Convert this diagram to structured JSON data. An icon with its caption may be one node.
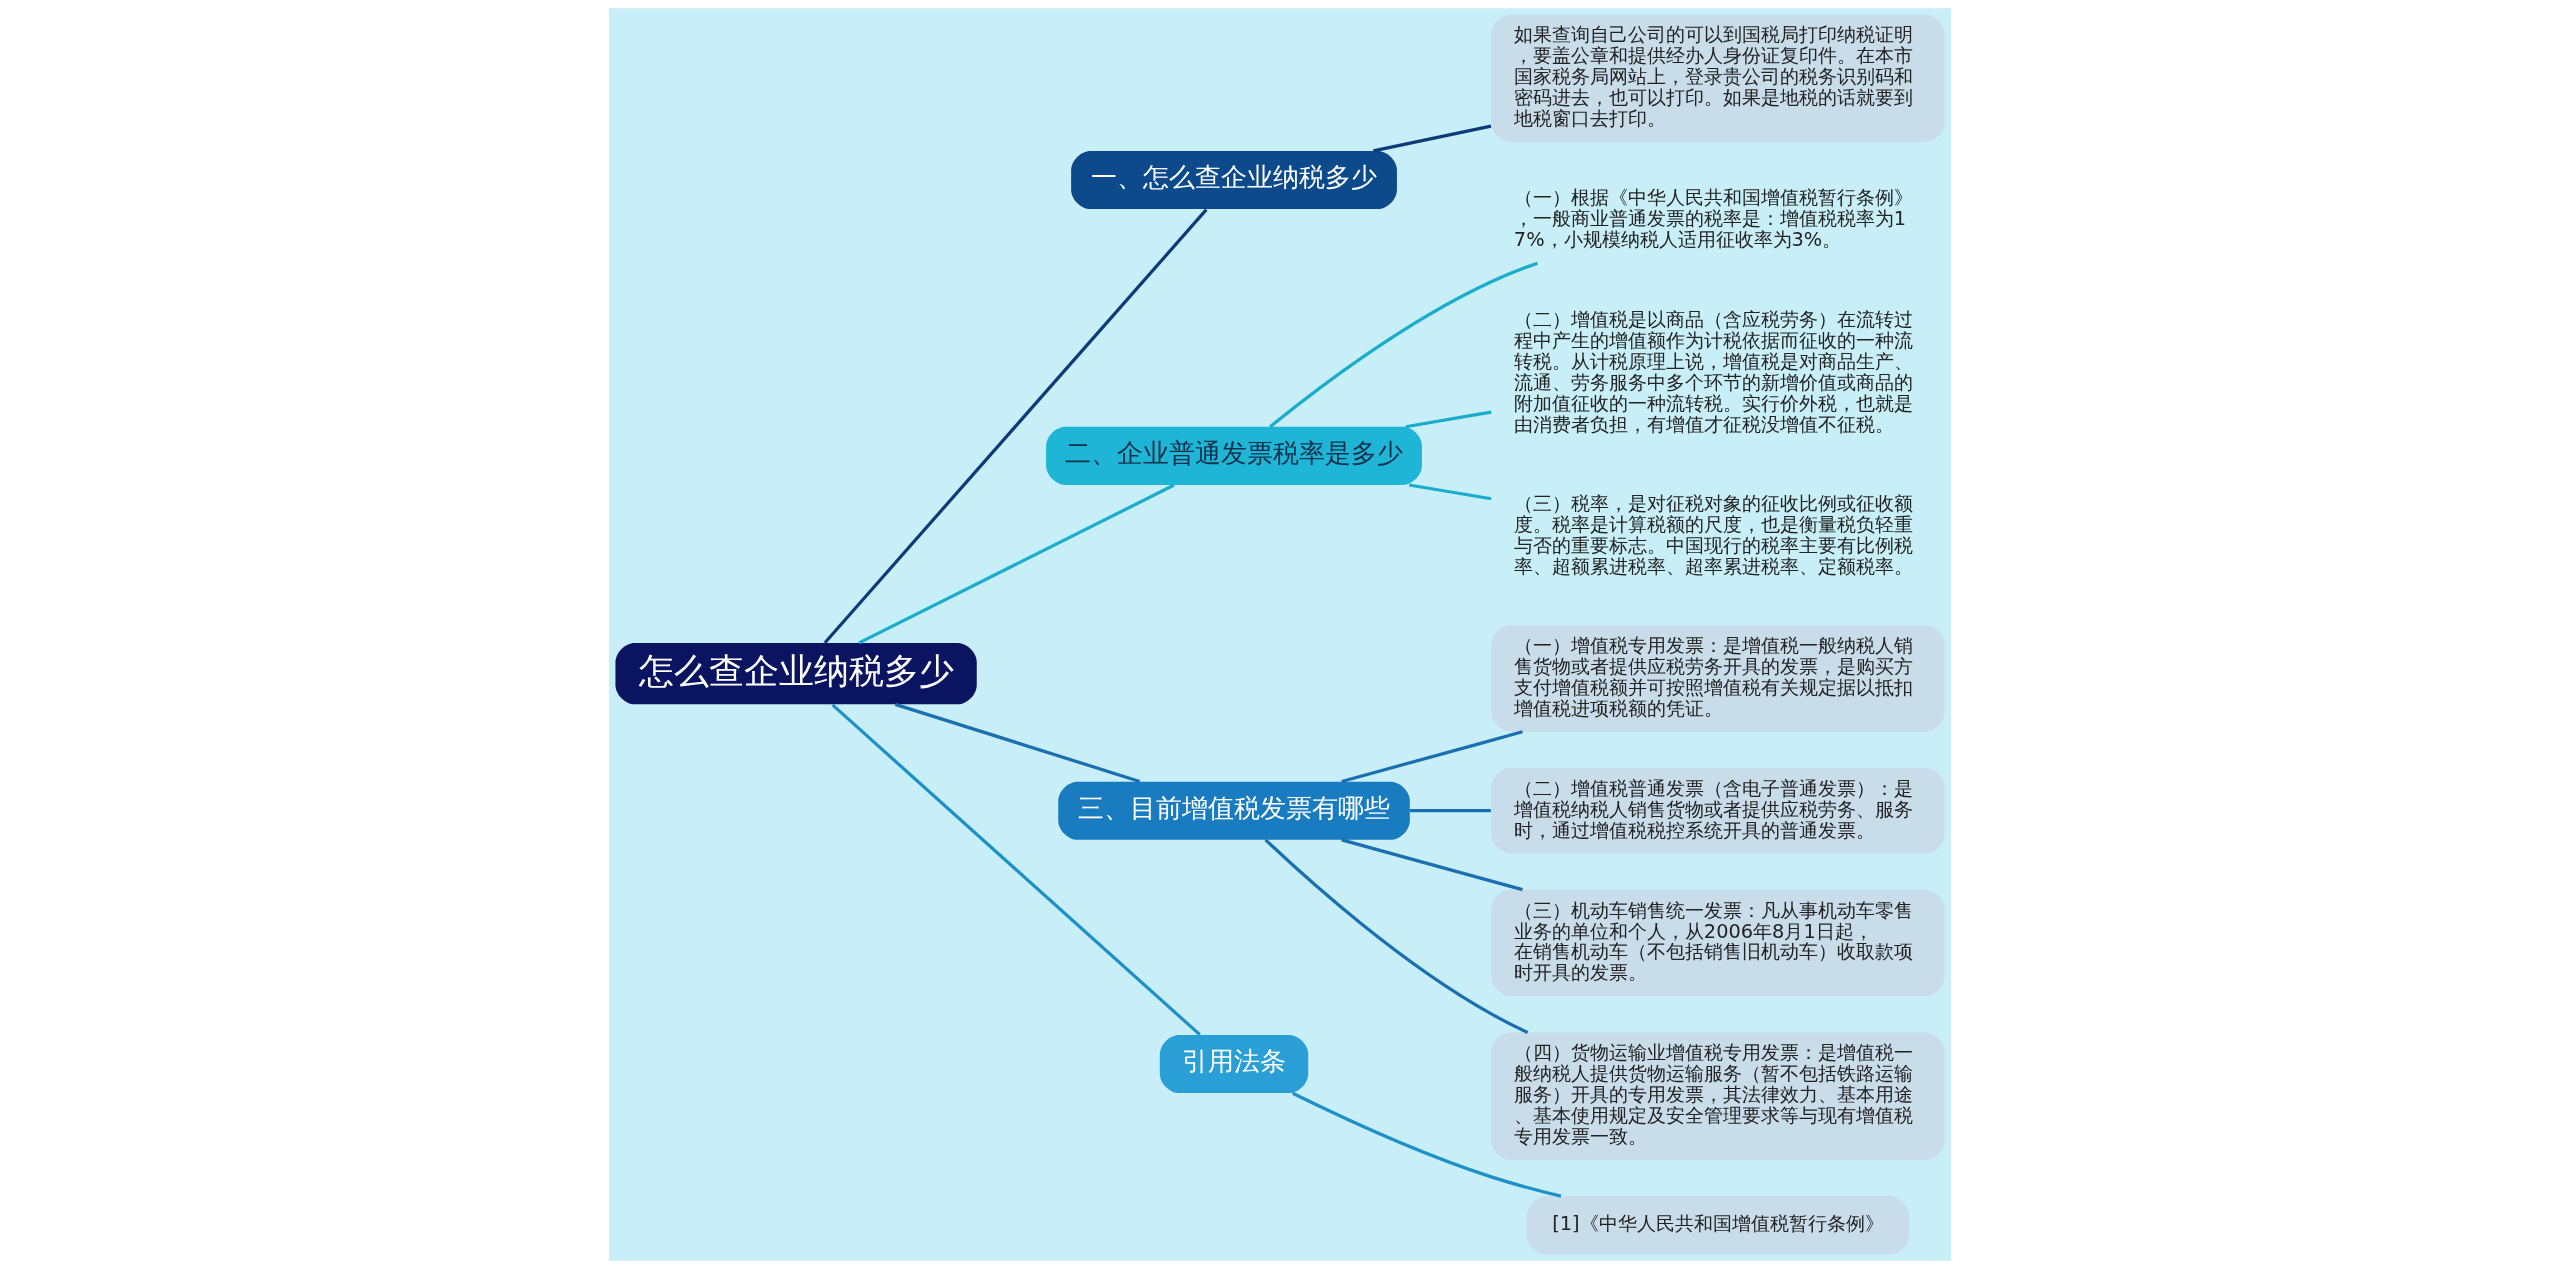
{
  "diagram": {
    "nodes": [
      {
        "text": [
          "怎么查企业纳税多少"
        ]
      },
      {
        "text": [
          "一、怎么查企业纳税多少"
        ]
      },
      {
        "text": [
          "如果查询自己公司的可以到国税局打印纳税证明，要盖公章和提供经办人身份证复印件。在本市国家税务局网站上，登录贵公司的税务识别码和密码进去，也可以打印。如果是地税的话就要到地税窗口去打印。"
        ]
      },
      {
        "text": [
          "二、企业普通发票税率是多少"
        ]
      },
      {
        "text": [
          "（一）根据《中华人民共和国增值税暂行条例》，一般商业普通发票的税率是：增值税税率为17%，小规模纳税人适用征收率为3%。"
        ]
      },
      {
        "text": [
          "（二）增值税是以商品（含应税劳务）在流转过程中产生的增值额作为计税依据而征收的一种流转税。从计税原理上说，增值税是对商品生产、流通、劳务服务中多个环节的新增价值或商品的附加值征收的一种流转税。实行价外税，也就是由消费者负担，有增值才征税没增值不征税。"
        ]
      },
      {
        "text": [
          "（三）税率，是对征税对象的征收比例或征收额度。税率是计算税额的尺度，也是衡量税负轻重与否的重要标志。中国现行的税率主要有比例税率、超额累进税率、超率累进税率、定额税率。"
        ]
      },
      {
        "text": [
          "三、目前增值税发票有哪些"
        ]
      },
      {
        "text": [
          "（一）增值税专用发票：是增值税一般纳税人销售货物或者提供应税劳务开具的发票，是购买方支付增值税额并可按照增值税有关规定据以抵扣增值税进项税额的凭证。"
        ]
      },
      {
        "text": [
          "（二）增值税普通发票（含电子普通发票）：是增值税纳税人销售货物或者提供应税劳务、服务时，通过增值税税控系统开具的普通发票。"
        ]
      },
      {
        "text": [
          "（三）机动车销售统一发票：凡从事机动车零售业务的单位和个人，从2006年8月1日起，在销售机动车（不包括销售旧机动车）收取款项时开具的发票。"
        ]
      },
      {
        "text": [
          "（四）货物运输业增值税专用发票：是增值税一般纳税人提供货物运输服务（暂不包括铁路运输服务）开具的专用发票，其法律效力、基本用途、基本使用规定及安全管理要求等与现有增值税专用发票一致。"
        ]
      },
      {
        "text": [
          "引用法条"
        ]
      },
      {
        "text": [
          "[1]《中华人民共和国增值税暂行条例》"
        ]
      }
    ],
    "edges": [
      {
        "from": 0,
        "to": 1,
        "arrow": "none",
        "color": "#0d3a7a"
      },
      {
        "from": 1,
        "to": 2,
        "arrow": "none",
        "color": "#0d3a7a"
      },
      {
        "from": 0,
        "to": 3,
        "arrow": "none",
        "color": "#1aaccc"
      },
      {
        "from": 3,
        "to": 4,
        "arrow": "none",
        "color": "#1aaccc"
      },
      {
        "from": 3,
        "to": 5,
        "arrow": "none",
        "color": "#1aaccc"
      },
      {
        "from": 3,
        "to": 6,
        "arrow": "none",
        "color": "#1aaccc"
      },
      {
        "from": 0,
        "to": 7,
        "arrow": "none"
      },
      {
        "from": 7,
        "to": 8,
        "arrow": "none"
      },
      {
        "from": 7,
        "to": 9,
        "arrow": "none"
      },
      {
        "from": 7,
        "to": 10,
        "arrow": "none"
      },
      {
        "from": 7,
        "to": 11,
        "arrow": "none"
      },
      {
        "from": 0,
        "to": 12,
        "arrow": "none",
        "color": "#1e90c8"
      },
      {
        "from": 12,
        "to": 13,
        "arrow": "none",
        "color": "#1e90c8"
      }
    ]
  }
}
